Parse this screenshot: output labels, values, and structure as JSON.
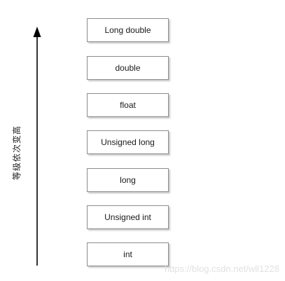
{
  "diagram": {
    "levels": [
      "Long double",
      "double",
      "float",
      "Unsigned long",
      "long",
      "Unsigned int",
      "int"
    ],
    "axis_label": "等级依次变高",
    "axis_direction": "up"
  },
  "watermark": "https://blog.csdn.net/wll1228"
}
